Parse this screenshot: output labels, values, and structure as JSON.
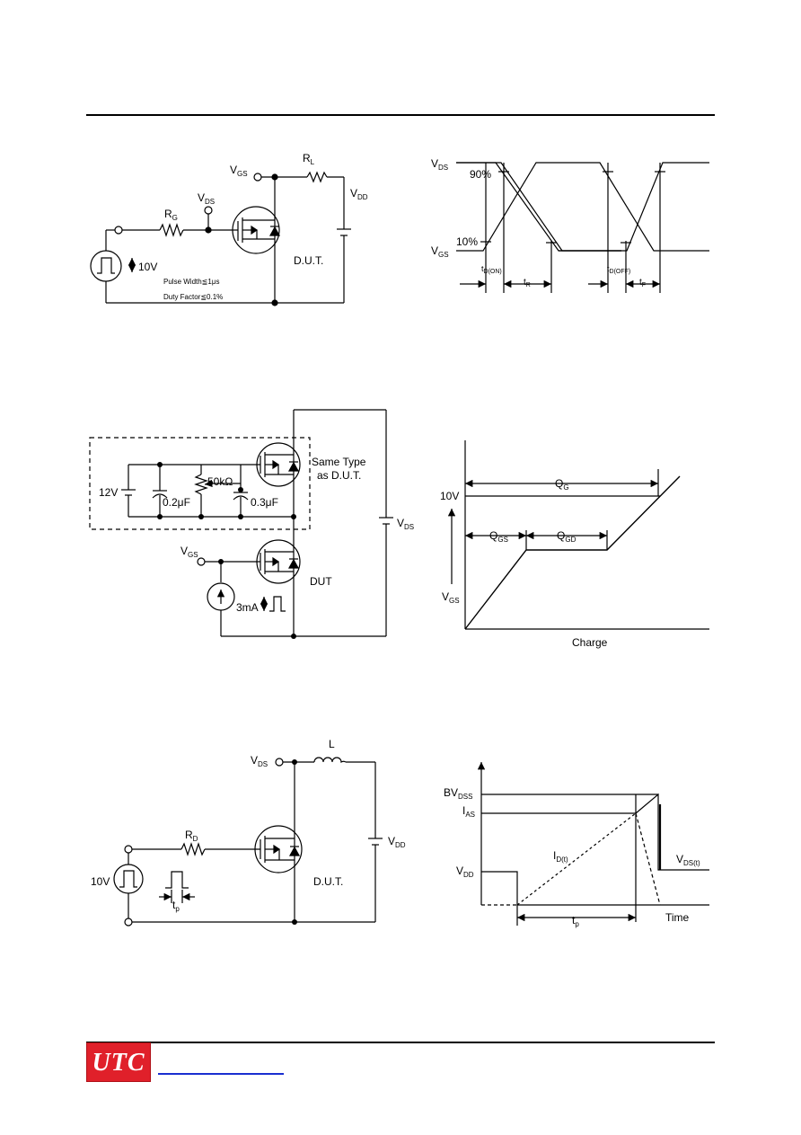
{
  "fig1": {
    "vgs": "V",
    "vgs_sub": "GS",
    "rl": "R",
    "rl_sub": "L",
    "vds": "V",
    "vds_sub": "DS",
    "rg": "R",
    "rg_sub": "G",
    "vdd": "V",
    "vdd_sub": "DD",
    "pulse_amp": "10V",
    "dut": "D.U.T.",
    "pulse_width": "Pulse Width≦1μs",
    "duty_factor": "Duty Factor≦0.1%"
  },
  "fig2": {
    "vds": "V",
    "vds_sub": "DS",
    "p90": "90%",
    "p10": "10%",
    "vgs": "V",
    "vgs_sub": "GS",
    "td_on": "t",
    "td_on_sub": "D(ON)",
    "tr": "t",
    "tr_sub": "R",
    "td_off": "t",
    "td_off_sub": "D(OFF)",
    "tf": "t",
    "tf_sub": "F"
  },
  "fig3": {
    "v12": "12V",
    "r50k": "50kΩ",
    "c02": "0.2μF",
    "c03": "0.3μF",
    "same_type": "Same Type",
    "as_dut": "as D.U.T.",
    "vds": "V",
    "vds_sub": "DS",
    "vgs": "V",
    "vgs_sub": "GS",
    "dut": "DUT",
    "i3ma": "3mA"
  },
  "fig4": {
    "v10": "10V",
    "qg": "Q",
    "qg_sub": "G",
    "qgs": "Q",
    "qgs_sub": "GS",
    "qgd": "Q",
    "qgd_sub": "GD",
    "vgs": "V",
    "vgs_sub": "GS",
    "charge": "Charge"
  },
  "fig5": {
    "l": "L",
    "vds": "V",
    "vds_sub": "DS",
    "rd": "R",
    "rd_sub": "D",
    "vdd": "V",
    "vdd_sub": "DD",
    "v10": "10V",
    "dut": "D.U.T.",
    "tp": "t",
    "tp_sub": "p"
  },
  "fig6": {
    "bvdss": "BV",
    "bvdss_sub": "DSS",
    "ias": "I",
    "ias_sub": "AS",
    "id": "I",
    "id_sub": "D(t)",
    "vdd": "V",
    "vdd_sub": "DD",
    "vds": "V",
    "vds_sub": "DS(t)",
    "tp": "t",
    "tp_sub": "p",
    "time": "Time"
  },
  "footer": {
    "logo": "UTC"
  }
}
